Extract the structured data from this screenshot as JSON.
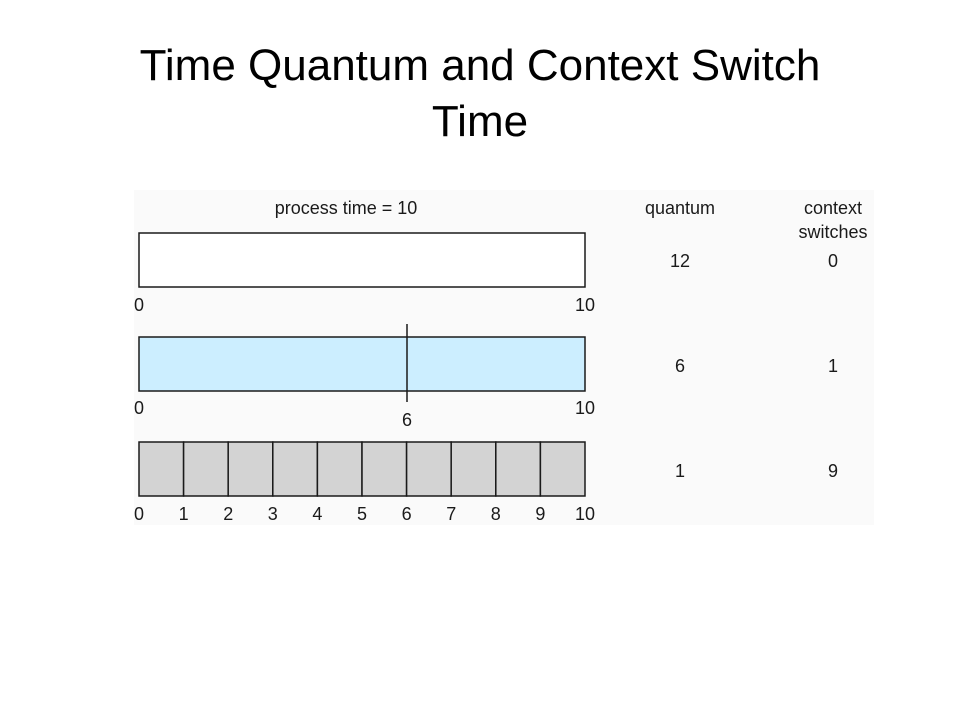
{
  "title": {
    "line1": "Time Quantum and Context Switch",
    "line2": "Time"
  },
  "header": {
    "process_time": "process time = 10",
    "quantum": "quantum",
    "context_line1": "context",
    "context_line2": "switches"
  },
  "colors": {
    "bar1": "#ffffff",
    "bar2": "#cceeff",
    "bar3": "#d3d3d3",
    "stroke": "#1a1a1a"
  },
  "rows": [
    {
      "quantum": "12",
      "context_switches": "0",
      "start": "0",
      "end": "10"
    },
    {
      "quantum": "6",
      "context_switches": "1",
      "start": "0",
      "end": "10",
      "mid": "6"
    },
    {
      "quantum": "1",
      "context_switches": "9",
      "ticks": [
        "0",
        "1",
        "2",
        "3",
        "4",
        "5",
        "6",
        "7",
        "8",
        "9",
        "10"
      ]
    }
  ]
}
